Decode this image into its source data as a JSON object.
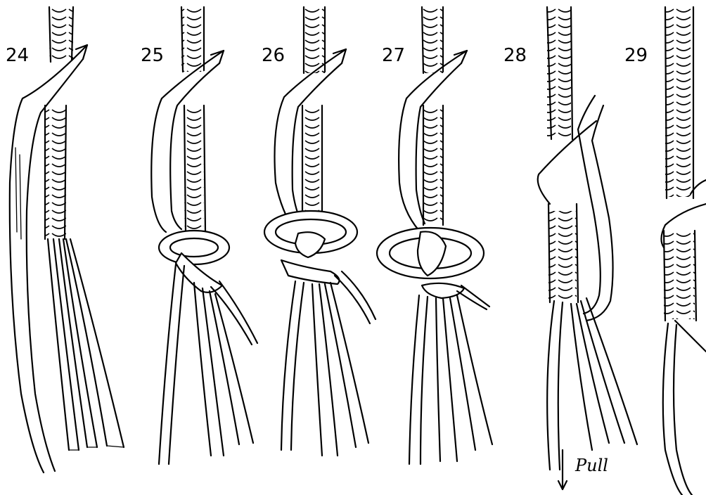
{
  "steps": [
    {
      "number": "24"
    },
    {
      "number": "25"
    },
    {
      "number": "26"
    },
    {
      "number": "27"
    },
    {
      "number": "28",
      "annotation": "Pull"
    },
    {
      "number": "29"
    }
  ],
  "colors": {
    "ink": "#000000",
    "paper": "#ffffff"
  }
}
